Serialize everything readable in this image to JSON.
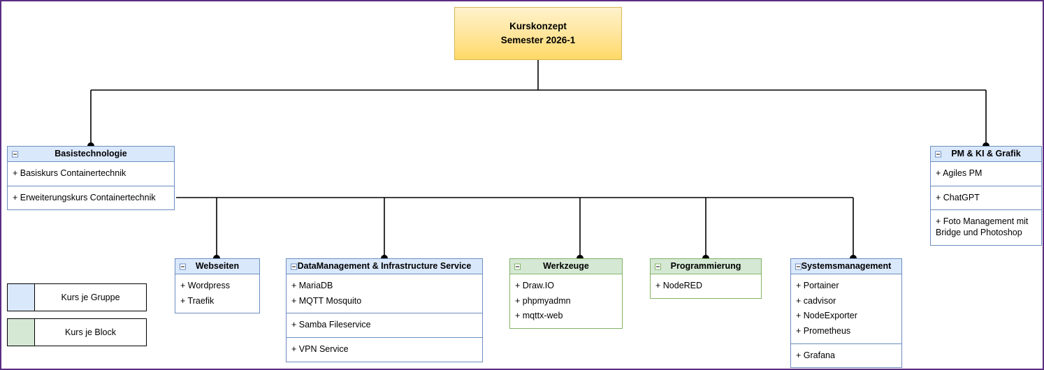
{
  "diagram": {
    "title": "Kurskonzept Semester 2026-1",
    "collapse_icon": "minus-square-icon"
  },
  "root": {
    "line1": "Kurskonzept",
    "line2": "Semester 2026-1"
  },
  "colors": {
    "page_border": "#5B2D82",
    "root_fill": "#FFE599",
    "root_border": "#D6B656",
    "blue_fill": "#DAE8FC",
    "blue_border": "#6C8EBF",
    "green_fill": "#D5E8D4",
    "green_border": "#82B366",
    "edge": "#000000"
  },
  "nodes": [
    {
      "id": "basistechnologie",
      "title": "Basistechnologie",
      "kind": "blue",
      "compartments": [
        {
          "rows": [
            "+ Basiskurs Containertechnik"
          ]
        },
        {
          "rows": [
            "+ Erweiterungskurs Containertechnik"
          ]
        }
      ]
    },
    {
      "id": "pm-ki-grafik",
      "title": "PM & KI & Grafik",
      "kind": "blue",
      "compartments": [
        {
          "rows": [
            "+ Agiles PM"
          ]
        },
        {
          "rows": [
            "+ ChatGPT"
          ]
        },
        {
          "rows": [
            "+ Foto Management mit\nBridge und Photoshop"
          ]
        }
      ]
    },
    {
      "id": "webseiten",
      "title": "Webseiten",
      "kind": "blue",
      "compartments": [
        {
          "rows": [
            "+ Wordpress",
            "+ Traefik"
          ]
        }
      ]
    },
    {
      "id": "datamanagement",
      "title": "DataManagement & Infrastructure Service",
      "kind": "blue",
      "compartments": [
        {
          "rows": [
            "+ MariaDB",
            "+ MQTT Mosquito"
          ]
        },
        {
          "rows": [
            "+ Samba Fileservice"
          ]
        },
        {
          "rows": [
            "+ VPN Service"
          ]
        }
      ]
    },
    {
      "id": "werkzeuge",
      "title": "Werkzeuge",
      "kind": "green",
      "compartments": [
        {
          "rows": [
            "+ Draw.IO",
            "+ phpmyadmn",
            "+ mqttx-web"
          ]
        }
      ]
    },
    {
      "id": "programmierung",
      "title": "Programmierung",
      "kind": "green",
      "compartments": [
        {
          "rows": [
            "+ NodeRED"
          ]
        }
      ]
    },
    {
      "id": "systemsmanagement",
      "title": "Systemsmanagement",
      "kind": "blue",
      "compartments": [
        {
          "rows": [
            "+ Portainer",
            "+ cadvisor",
            "+ NodeExporter",
            "+ Prometheus"
          ]
        },
        {
          "rows": [
            "+ Grafana"
          ]
        }
      ]
    }
  ],
  "legend": [
    {
      "swatch": "blue",
      "label": "Kurs je Gruppe"
    },
    {
      "swatch": "green",
      "label": "Kurs je Block"
    }
  ]
}
